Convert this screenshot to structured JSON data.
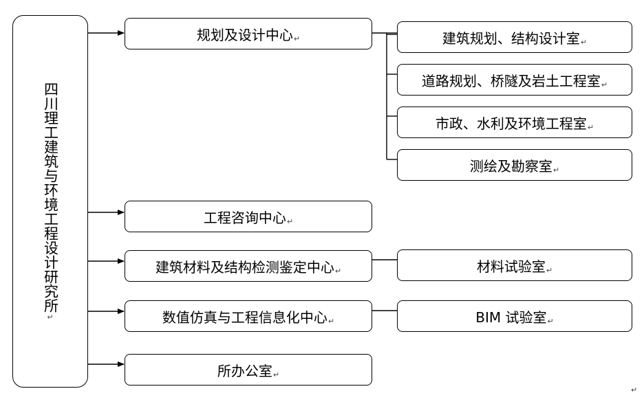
{
  "mark": "↵",
  "root": {
    "label": "四川理工建筑与环境工程设计研究所"
  },
  "centers": [
    {
      "label": "规划及设计中心",
      "children": [
        "建筑规划、结构设计室",
        "道路规划、桥隧及岩土工程室",
        "市政、水利及环境工程室",
        "测绘及勘察室"
      ]
    },
    {
      "label": "工程咨询中心",
      "children": []
    },
    {
      "label": "建筑材料及结构检测鉴定中心",
      "children": [
        "材料试验室"
      ]
    },
    {
      "label": "数值仿真与工程信息化中心",
      "children": [
        "BIM 试验室"
      ]
    },
    {
      "label": "所办公室",
      "children": []
    }
  ]
}
